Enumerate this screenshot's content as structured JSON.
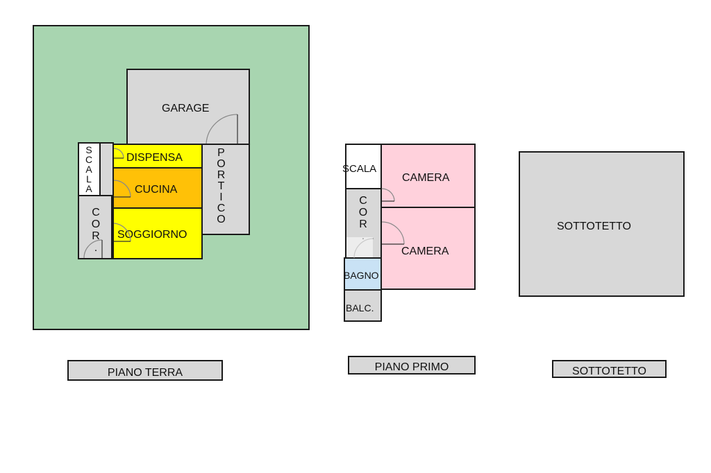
{
  "colors": {
    "land": "#a8d5b0",
    "service": "#d8d8d8",
    "living": "#ffff00",
    "kitchen": "#ffc107",
    "bedroom": "#ffd1dc",
    "bath": "#c9e2f5",
    "wall": "#1a1a1a"
  },
  "ground_floor": {
    "caption": "PIANO TERRA",
    "rooms": {
      "garage": "GARAGE",
      "portico": "P\nO\nR\nT\nI\nC\nO",
      "scala": "S\nC\nA\nL\nA",
      "dispensa": "DISPENSA",
      "cucina": "CUCINA",
      "cor": "C\nO\nR\n.",
      "soggiorno": "SOGGIORNO"
    }
  },
  "first_floor": {
    "caption": "PIANO PRIMO",
    "rooms": {
      "scala": "SCALA",
      "camera_1": "CAMERA",
      "cor": "C\nO\nR\n.",
      "camera_2": "CAMERA",
      "bagno": "BAGNO",
      "balcone": "BALC."
    }
  },
  "attic": {
    "caption": "SOTTOTETTO",
    "rooms": {
      "sottotetto": "SOTTOTETTO"
    }
  }
}
